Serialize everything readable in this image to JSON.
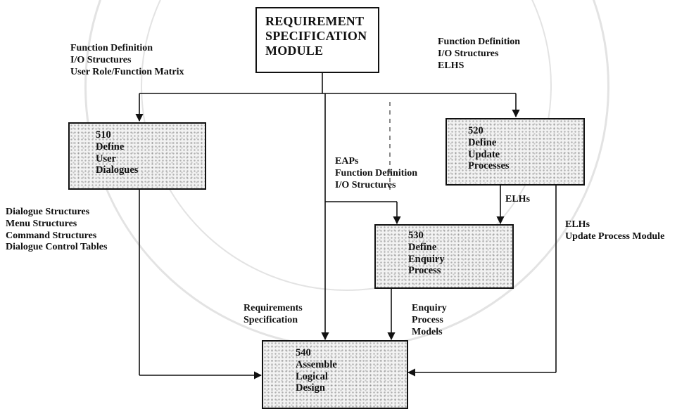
{
  "boxes": {
    "requirement_spec": {
      "lines": [
        "REQUIREMENT",
        "SPECIFICATION",
        "MODULE"
      ]
    },
    "step_510": {
      "number": "510",
      "lines": [
        "Define",
        "User",
        "Dialogues"
      ]
    },
    "step_520": {
      "number": "520",
      "lines": [
        "Define",
        "Update",
        "Processes"
      ]
    },
    "step_530": {
      "number": "530",
      "lines": [
        "Define",
        "Enquiry",
        "Process"
      ]
    },
    "step_540": {
      "number": "540",
      "lines": [
        "Assemble",
        "Logical",
        "Design"
      ]
    }
  },
  "labels": {
    "to_510": [
      "Function Definition",
      "I/O Structures",
      "User Role/Function Matrix"
    ],
    "to_520": [
      "Function Definition",
      "I/O Structures",
      "ELHS"
    ],
    "to_530": [
      "EAPs",
      "Function Definition",
      "I/O Structures"
    ],
    "from_510": [
      "Dialogue Structures",
      "Menu Structures",
      "Command Structures",
      "Dialogue Control Tables"
    ],
    "from_520_to_530": [
      "ELHs"
    ],
    "from_520_to_540": [
      "ELHs",
      "Update Process Module"
    ],
    "from_530": [
      "Enquiry",
      "Process",
      "Models"
    ],
    "spec_to_540": [
      "Requirements",
      "Specification"
    ]
  },
  "colors": {
    "ink": "#111111",
    "watermark": "#e3e3e3"
  }
}
